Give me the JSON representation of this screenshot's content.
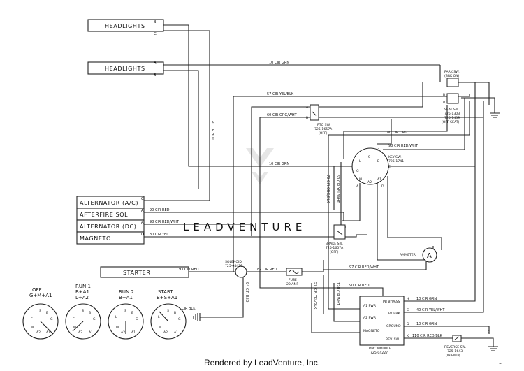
{
  "diagram": {
    "components": {
      "headlights_1": "HEADLIGHTS",
      "headlights_2": "HEADLIGHTS",
      "alternator_ac": "ALTERNATOR (A/C)",
      "afterfire_sol": "AFTERFIRE SOL.",
      "alternator_dc": "ALTERNATOR (DC)",
      "magneto": "MAGNETO",
      "starter": "STARTER",
      "solenoid": "SOLENOID",
      "solenoid_part": "725-04439",
      "park_sw": "PARK SW.",
      "park_sw_state": "(BRK ON)",
      "seat_sw": "SEAT SW.",
      "seat_sw_part1": "725-1303",
      "seat_sw_part2": "725-1439",
      "seat_sw_state": "(OFF SEAT)",
      "pto_sw": "PTO SW.",
      "pto_sw_part": "725-1657A",
      "pto_sw_state": "(OFF)",
      "key_sw": "KEY SW.",
      "key_sw_part": "725-1741",
      "brake_sw": "BRAKE SW.",
      "brake_sw_part": "725-1657A",
      "brake_sw_state": "(OFF)",
      "ammeter": "AMMETER",
      "ammeter_symbol": "A",
      "fuse": "FUSE",
      "fuse_rating": "20 AMP",
      "rmc_module": "RMC MODULE",
      "rmc_part": "725-04227",
      "reverse_sw": "REVERSE SW.",
      "reverse_sw_part": "725-1643",
      "reverse_sw_state": "(IN FWD)"
    },
    "rmc_terminals": [
      "PB BYPASS",
      "A1 PWR",
      "PK BRK",
      "A2 PWR",
      "GROUND",
      "MAGNETO",
      "REV. SW"
    ],
    "terminal_letters": {
      "A": "A",
      "B": "B",
      "C": "C",
      "D": "D",
      "E": "E",
      "G": "G",
      "H": "H",
      "J": "J",
      "K": "K",
      "L": "L",
      "M": "M",
      "S": "S",
      "A1": "A1",
      "A2": "A2"
    },
    "wires": {
      "w10_grn_top": "10 CIR GRN",
      "w57": "57 CIR YEL/BLK",
      "w60": "60 CIR ORG/WHT",
      "w80": "80 CIR ORG",
      "w98_top": "98 CIR RED/WHT",
      "w20": "20 CIR BLU",
      "w10_grn_mid": "10 CIR GRN",
      "w50": "50 CIR YEL/WHT",
      "w70": "70 CIR ORG/BLK",
      "w90_afterfire": "90 CIR RED",
      "w98_alt": "98 CIR RED/WHT",
      "w30": "30 CIR YEL",
      "w93": "93 CIR RED",
      "w82": "82 CIR RED",
      "w97": "97 CIR RED/WHT",
      "w90_rmc": "90 CIR RED",
      "w94": "94 CIR RED",
      "w57_vert": "57 CIR YEL/BLK",
      "w120": "120 CIR WHT",
      "w13": "13 CIR BLK",
      "w10_rmc": "10 CIR GRN",
      "w40": "40 CIR YEL/WHT",
      "w10_ground": "10 CIR GRN",
      "w110": "110 CIR RED/BLK"
    },
    "key_positions": [
      {
        "name": "OFF",
        "combo": "G+M+A1"
      },
      {
        "name": "RUN 1",
        "combo": "B+A1",
        "combo2": "L+A2"
      },
      {
        "name": "RUN 2",
        "combo": "B+A1"
      },
      {
        "name": "START",
        "combo": "B+S+A1"
      }
    ],
    "watermark": "LEADVENTURE"
  },
  "footer": {
    "text": "Rendered by LeadVenture, Inc.",
    "corner": "-"
  }
}
